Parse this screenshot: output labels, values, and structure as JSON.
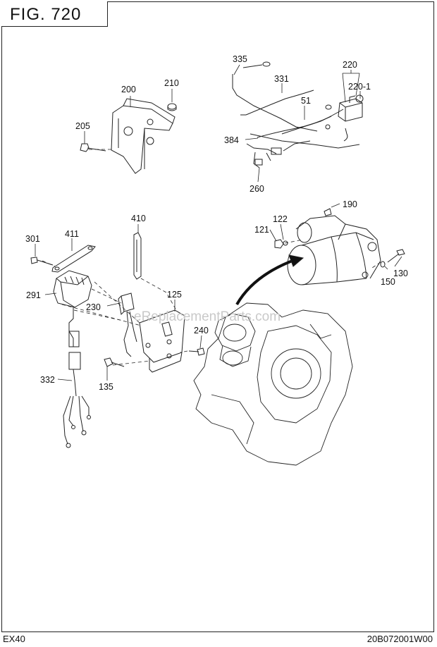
{
  "figure_title": "FIG.  720",
  "footer": {
    "model": "EX40",
    "code": "20B072001W00"
  },
  "watermark": "eReplacementParts.com",
  "callouts": {
    "c200": "200",
    "c210": "210",
    "c205": "205",
    "c335": "335",
    "c331": "331",
    "c220": "220",
    "c220_1": "220-1",
    "c51": "51",
    "c384": "384",
    "c260": "260",
    "c410": "410",
    "c190": "190",
    "c122": "122",
    "c121": "121",
    "c301": "301",
    "c411": "411",
    "c291": "291",
    "c230": "230",
    "c125": "125",
    "c240": "240",
    "c135": "135",
    "c332": "332",
    "c130": "130",
    "c150": "150"
  }
}
